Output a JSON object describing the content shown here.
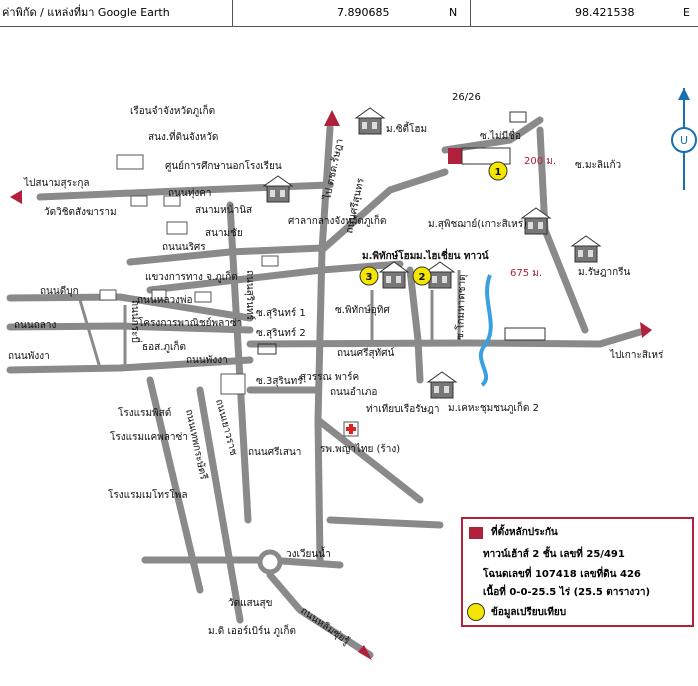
{
  "header": {
    "coord_label": "ค่าพิกัด / แหล่งที่มา Google Earth",
    "lat": "7.890685",
    "lat_dir": "N",
    "lon": "98.421538",
    "lon_dir": "E"
  },
  "compass": {
    "letter": "U"
  },
  "labels": {
    "ruean_jam": "เรือนจำจังหวัดภูเก็ต",
    "sonor": "สนง.ที่ดินจังหวัด",
    "school": "ศูนย์การศึกษานอกโรงเรียน",
    "to_sanam_surakul": "ไปสนามสุระกุล",
    "thung_kha": "ถนนทุ่งคา",
    "wat_wichit": "วัดวิชิตสังฆาราม",
    "sanam_nanit": "สนามหน้านิส",
    "sanam_chai": "สนามชัย",
    "sala_klang": "ศาลากลางจังหวัดภูเก็ต",
    "narisorn": "ถนนนริศร",
    "khwaeng": "แขวงการทาง จ.ภูเก็ต",
    "dibuk": "ถนนดีบุก",
    "luang_pho": "ถนนหลวงพ่อ",
    "thalang": "ถนนถลาง",
    "krung_thai": "ถนนกระบี่",
    "khrongkan": "โครงการพาณิชย์พลาซ่า",
    "phangnga": "ถนนพังงา",
    "phangnga2": "ถนนพังงา",
    "rt_road": "ถนนสุรินทร์",
    "bkk_bank": "ธอส.ภูเก็ต",
    "soi_surin1": "ซ.สุรินทร์ 1",
    "soi_surin2": "ซ.สุรินทร์ 2",
    "soi_surin3": "ซ.3สุรินทร์",
    "phikthong": "ซ.พิทักษ์อุทิศ",
    "sri_suthat": "ถนนศรีสุทัศน์",
    "kanchana": "ซ.โกมหาดชาตุ",
    "to_ko_sire": "ไปเกาะสิเหร่",
    "ban_amphoe": "ถนนอำเภอ",
    "thaeno": "ท่าเทียบเรือรัษฎา",
    "hospital": "รพ.พญาไทย (ร้าง)",
    "pha_sena": "ถนนศรีเสนา",
    "hotel_phi": "โรงแรมพิสต์",
    "hotel_thai": "โรงแรมแคพลาซ่า",
    "hotel_metro": "โรงแรมเมโทรโพล",
    "thalang_rd": "ถนนเทพกระษัตรี",
    "mae_luan": "ถนนเยาวราช",
    "wong_wian": "วงเวียนน้ำ",
    "wat_saen": "วัดแสนสุข",
    "m_ther": "ม.ดิ เออร์เบิร์น ภูเก็ต",
    "holi": "ถนนหลิมซุ่ยรู้",
    "park": "สุวรรณ พาร์ค",
    "phokhin": "ไป ตชด.รัษฎา",
    "m_sisimo": "ม.ซิตี้โฮม",
    "s2626": "26/26",
    "soi_mai": "ซ.ไม่มีชื่อ",
    "d200": "200 ม.",
    "soi_mali": "ซ.มะลิแก้ว",
    "ban_nuea": "ถนนศรีสุนทร",
    "m_suphit": "ม.สุพิชฌาย์(เกาะสิเหร่)",
    "m_phik": "ม.พิทักษ์โฮม",
    "m_kaichian": "ม.ไฮเชี่ยน ทาวน์",
    "d675": "675 ม.",
    "m_runga": "ม.รัษฎากรีน",
    "m_khe": "ม.เคหะชุมชนภูเก็ต 2",
    "thanon_yao": "ถนนหลวงพ่อ"
  },
  "markers": [
    {
      "num": "1"
    },
    {
      "num": "2"
    },
    {
      "num": "3"
    }
  ],
  "legend": {
    "title": "ที่ตั้งหลักประกัน",
    "line1": "ทาวน์เฮ้าส์ 2 ชั้น เลขที่ 25/491",
    "line2": "โฉนดเลขที่ 107418 เลขที่ดิน 426",
    "line3": "เนื้อที่ 0-0-25.5 ไร่ (25.5 ตารางวา)",
    "compare": "ข้อมูลเปรียบเทียบ"
  },
  "colors": {
    "road": "#8a8a8a",
    "arrow": "#b0203a",
    "marker": "#f5e600",
    "water": "#3aa0e0",
    "collateral": "#b0203a"
  }
}
